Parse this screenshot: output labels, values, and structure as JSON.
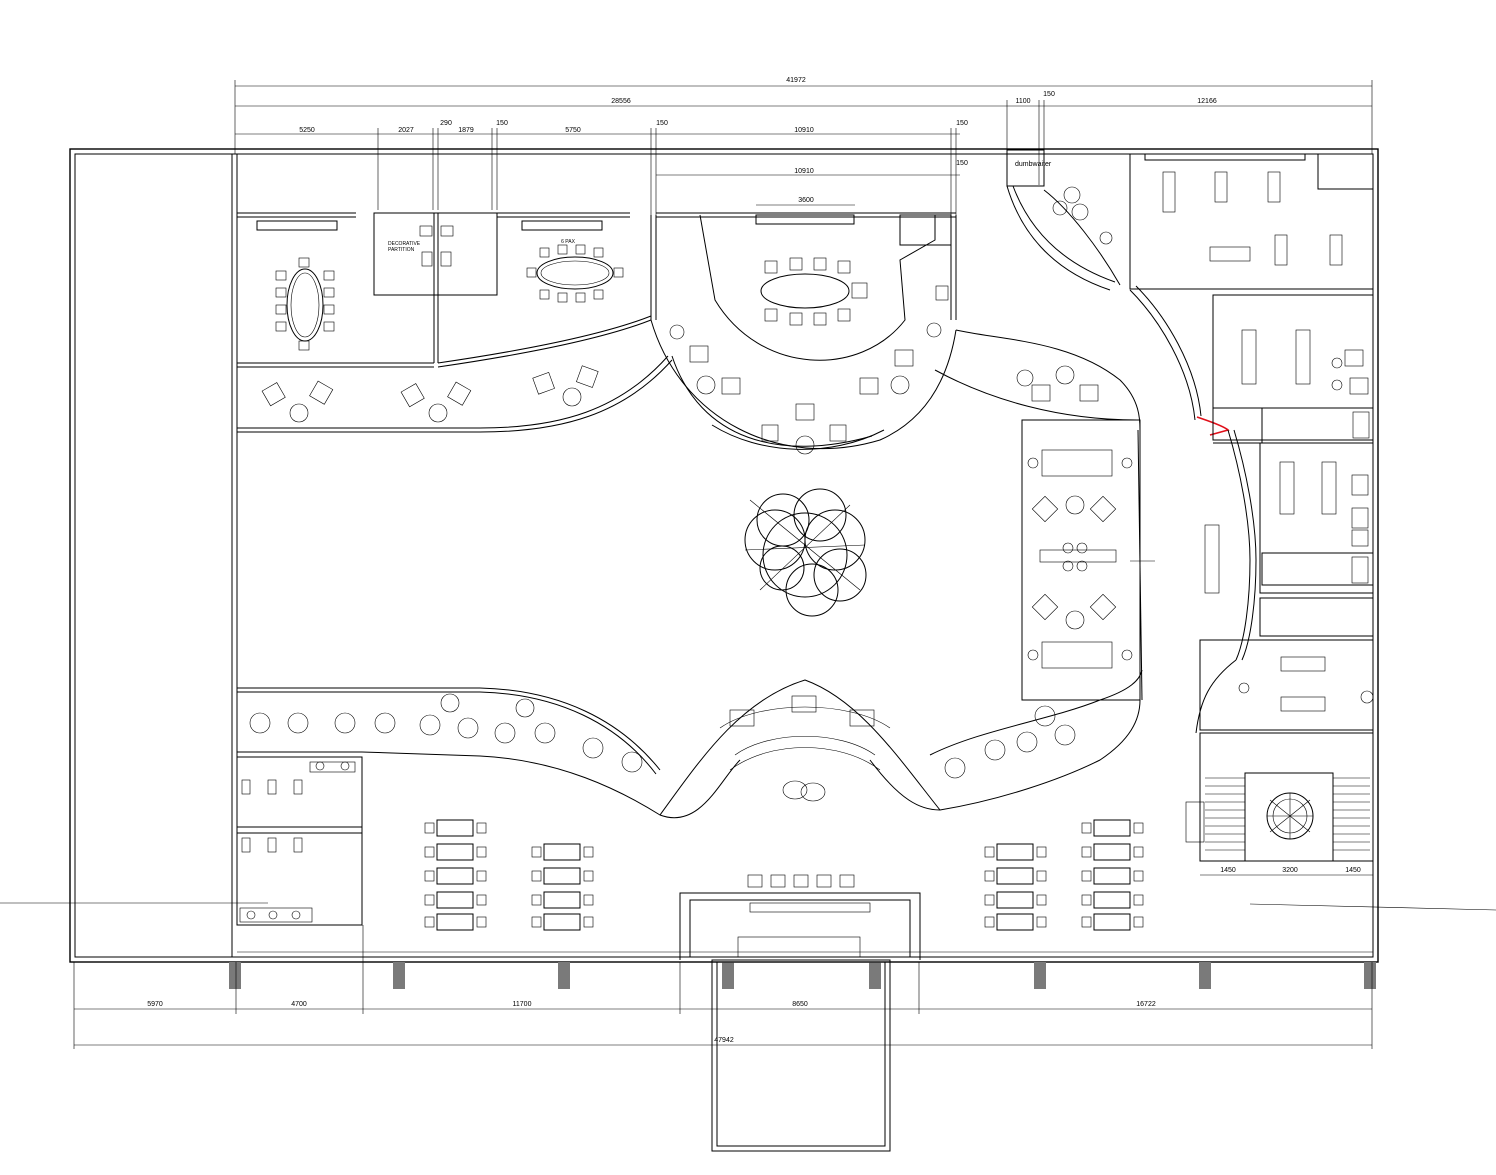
{
  "colors": {
    "line": "#000000",
    "column": "#7a7a7a",
    "door_highlight": "#e0101a",
    "background": "#ffffff"
  },
  "dimensions": {
    "top_overall": "41972",
    "top_left_span": "28556",
    "top_dumbwaiter": "1100",
    "top_gap": "150",
    "top_right_span": "12166",
    "seg_1": "5250",
    "seg_2": "2027",
    "seg_3": "290",
    "seg_4": "1879",
    "seg_5": "150",
    "seg_6": "5750",
    "seg_7": "150",
    "seg_8": "10910",
    "seg_9": "150",
    "inner_span": "10910",
    "inner_gap": "150",
    "table_width": "3600",
    "bottom_1": "5970",
    "bottom_2": "4700",
    "bottom_3": "11700",
    "bottom_4": "8650",
    "bottom_5": "16722",
    "bottom_overall": "47942",
    "stair_1": "1450",
    "stair_2": "3200",
    "stair_3": "1450"
  },
  "labels": {
    "dumbwaiter": "dumbwaiter",
    "partition_line1": "DECORATIVE",
    "partition_line2": "PARTITION",
    "table_tag": "6 PAX"
  }
}
